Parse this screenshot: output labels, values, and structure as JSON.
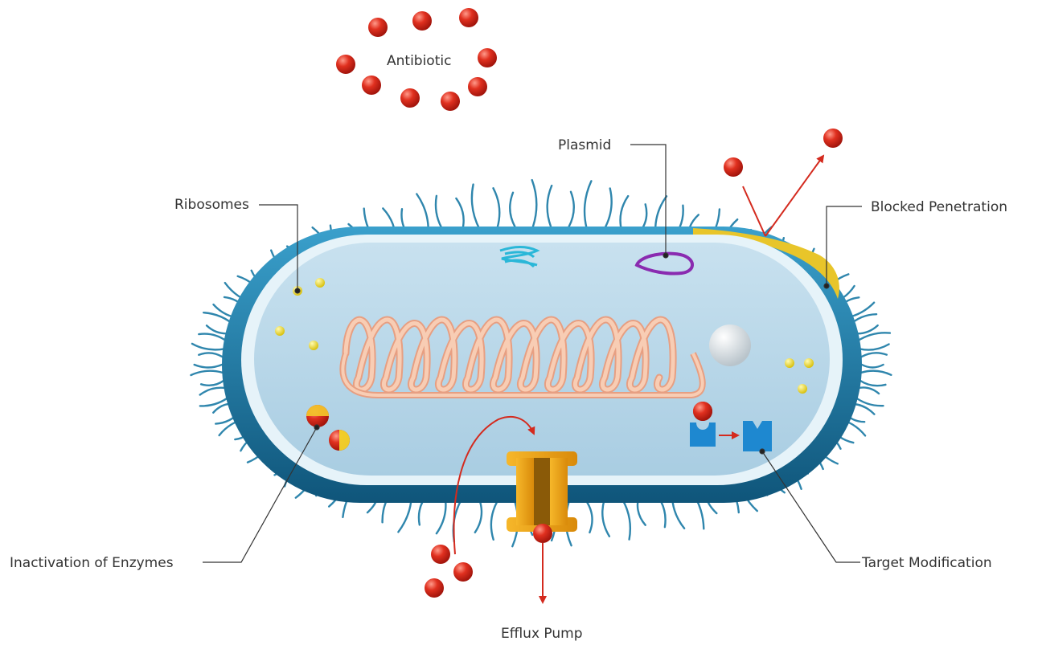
{
  "labels": {
    "antibiotic": "Antibiotic",
    "plasmid": "Plasmid",
    "ribosomes": "Ribosomes",
    "blocked_penetration": "Blocked Penetration",
    "inactivation_of_enzymes": "Inactivation of Enzymes",
    "target_modification": "Target Modification",
    "efflux_pump": "Efflux Pump"
  },
  "colors": {
    "antibiotic": "#d42a1e",
    "cell_wall": "#1a6f98",
    "cytoplasm": "#b6d6e8",
    "flagella": "#2f86ad",
    "dna": "#f2b89a",
    "plasmid": "#8a2bb0",
    "ribosome": "#f2e233",
    "blocked_layer": "#e8c52a",
    "efflux_pump": "#f0a818",
    "target": "#1e88d0",
    "arrow": "#d42a1e"
  }
}
